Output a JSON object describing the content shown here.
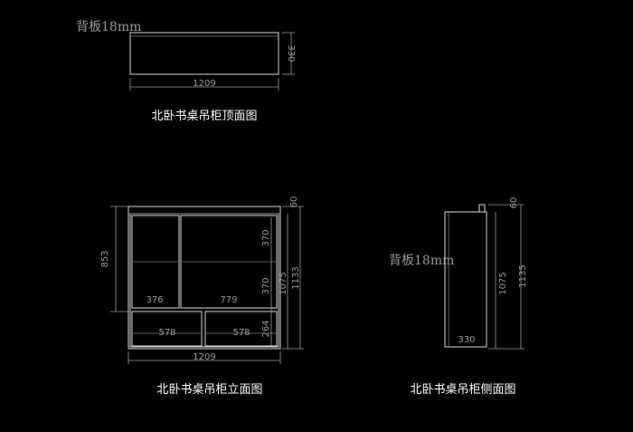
{
  "top_view": {
    "caption": "北卧书桌吊柜顶面图",
    "back_panel_note": "背板18mm",
    "width_label": "1209",
    "depth_label": "330"
  },
  "front_view": {
    "caption": "北卧书桌吊柜立面图",
    "width_label": "1209",
    "left_height_label": "853",
    "total_height_label": "1133",
    "inner_height_label": "1075",
    "top_offset_label": "60",
    "upper_row_label": "370",
    "middle_row_label": "370",
    "drawer_height_label": "264",
    "left_compartment_label": "376",
    "right_compartment_label": "779",
    "left_drawer_label": "578",
    "right_drawer_label": "578"
  },
  "side_view": {
    "caption": "北卧书桌吊柜侧面图",
    "back_panel_note": "背板18mm",
    "depth_label": "330",
    "inner_height_label": "1075",
    "total_height_label": "1135",
    "top_offset_label": "60"
  }
}
